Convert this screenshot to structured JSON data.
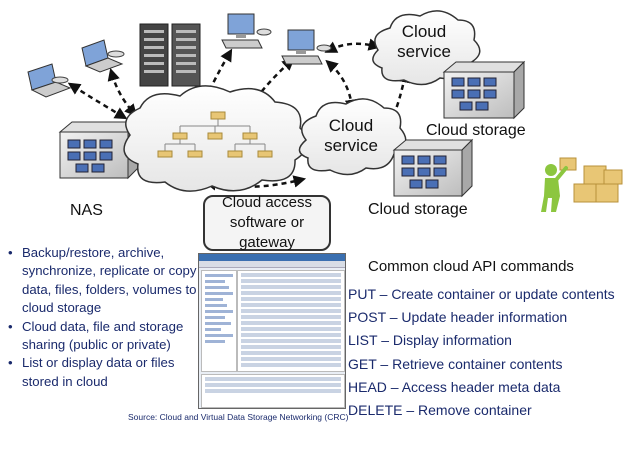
{
  "diagram": {
    "clouds": {
      "top_right": "Cloud service",
      "center_right": "Cloud service"
    },
    "labels": {
      "nas": "NAS",
      "cloud_storage_top": "Cloud storage",
      "cloud_storage_bottom": "Cloud storage"
    },
    "gateway": {
      "line1": "Cloud access",
      "line2": "software or gateway"
    }
  },
  "bullets": [
    "Backup/restore, archive, synchronize, replicate or copy data, files, folders, volumes to cloud storage",
    "Cloud data, file and storage sharing (public or private)",
    "List or display data or files stored in cloud"
  ],
  "api": {
    "title": "Common cloud API commands",
    "commands": [
      "PUT – Create container or update contents",
      "POST – Update header information",
      "LIST – Display information",
      "GET – Retrieve container contents",
      "HEAD – Access header meta data",
      "DELETE – Remove container"
    ]
  },
  "source": "Source: Cloud and Virtual Data Storage Networking (CRC)",
  "colors": {
    "text_blue": "#1a2a6c",
    "storage_blue": "#4a6fb5",
    "figure_green": "#8cc63f",
    "box_tan": "#e8c675"
  }
}
